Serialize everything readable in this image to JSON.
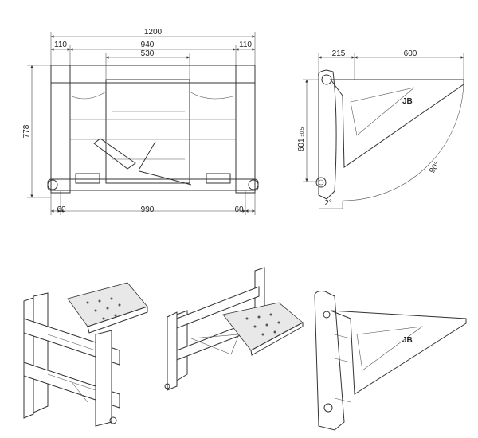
{
  "front_view": {
    "overall_width": "1200",
    "left_offset": "110",
    "inner_width": "940",
    "plate_width": "530",
    "right_offset": "110",
    "height": "778",
    "left_pin": "60",
    "pin_span": "990",
    "right_pin": "60"
  },
  "side_view": {
    "depth_back": "215",
    "plate_depth": "600",
    "height": "601",
    "height_tolerance": "±0.5",
    "swing_angle": "90°",
    "tilt_angle": "2°"
  },
  "colors": {
    "line": "#333333",
    "background": "#ffffff"
  }
}
